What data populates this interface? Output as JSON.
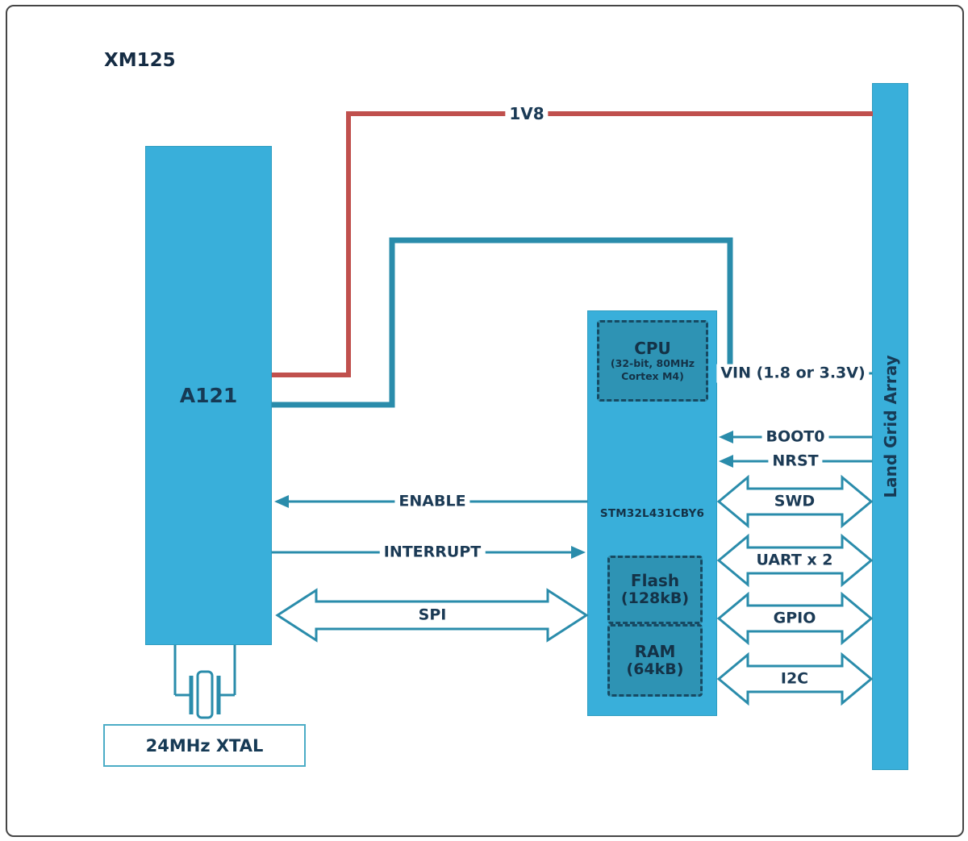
{
  "title": "XM125",
  "blocks": {
    "a121": {
      "label": "A121"
    },
    "mcu": {
      "label": "STM32L431CBY6",
      "cpu": {
        "title": "CPU",
        "sub1": "(32-bit, 80MHz",
        "sub2": "Cortex M4)"
      },
      "flash": {
        "line1": "Flash",
        "line2": "(128kB)"
      },
      "ram": {
        "line1": "RAM",
        "line2": "(64kB)"
      }
    },
    "lga": {
      "label": "Land Grid Array"
    },
    "xtal": {
      "label": "24MHz XTAL"
    }
  },
  "signals": {
    "power_1v8": "1V8",
    "vin": "VIN (1.8 or 3.3V)",
    "boot0": "BOOT0",
    "nrst": "NRST",
    "swd": "SWD",
    "uart": "UART x 2",
    "gpio": "GPIO",
    "i2c": "I2C",
    "enable": "ENABLE",
    "interrupt": "INTERRUPT",
    "spi": "SPI"
  },
  "colors": {
    "block_fill": "#39afda",
    "inner_block_fill": "#2e93b4",
    "teal_line": "#2a8cab",
    "red_line": "#c0504d",
    "dark_text": "#163a55",
    "frame": "#454545"
  }
}
